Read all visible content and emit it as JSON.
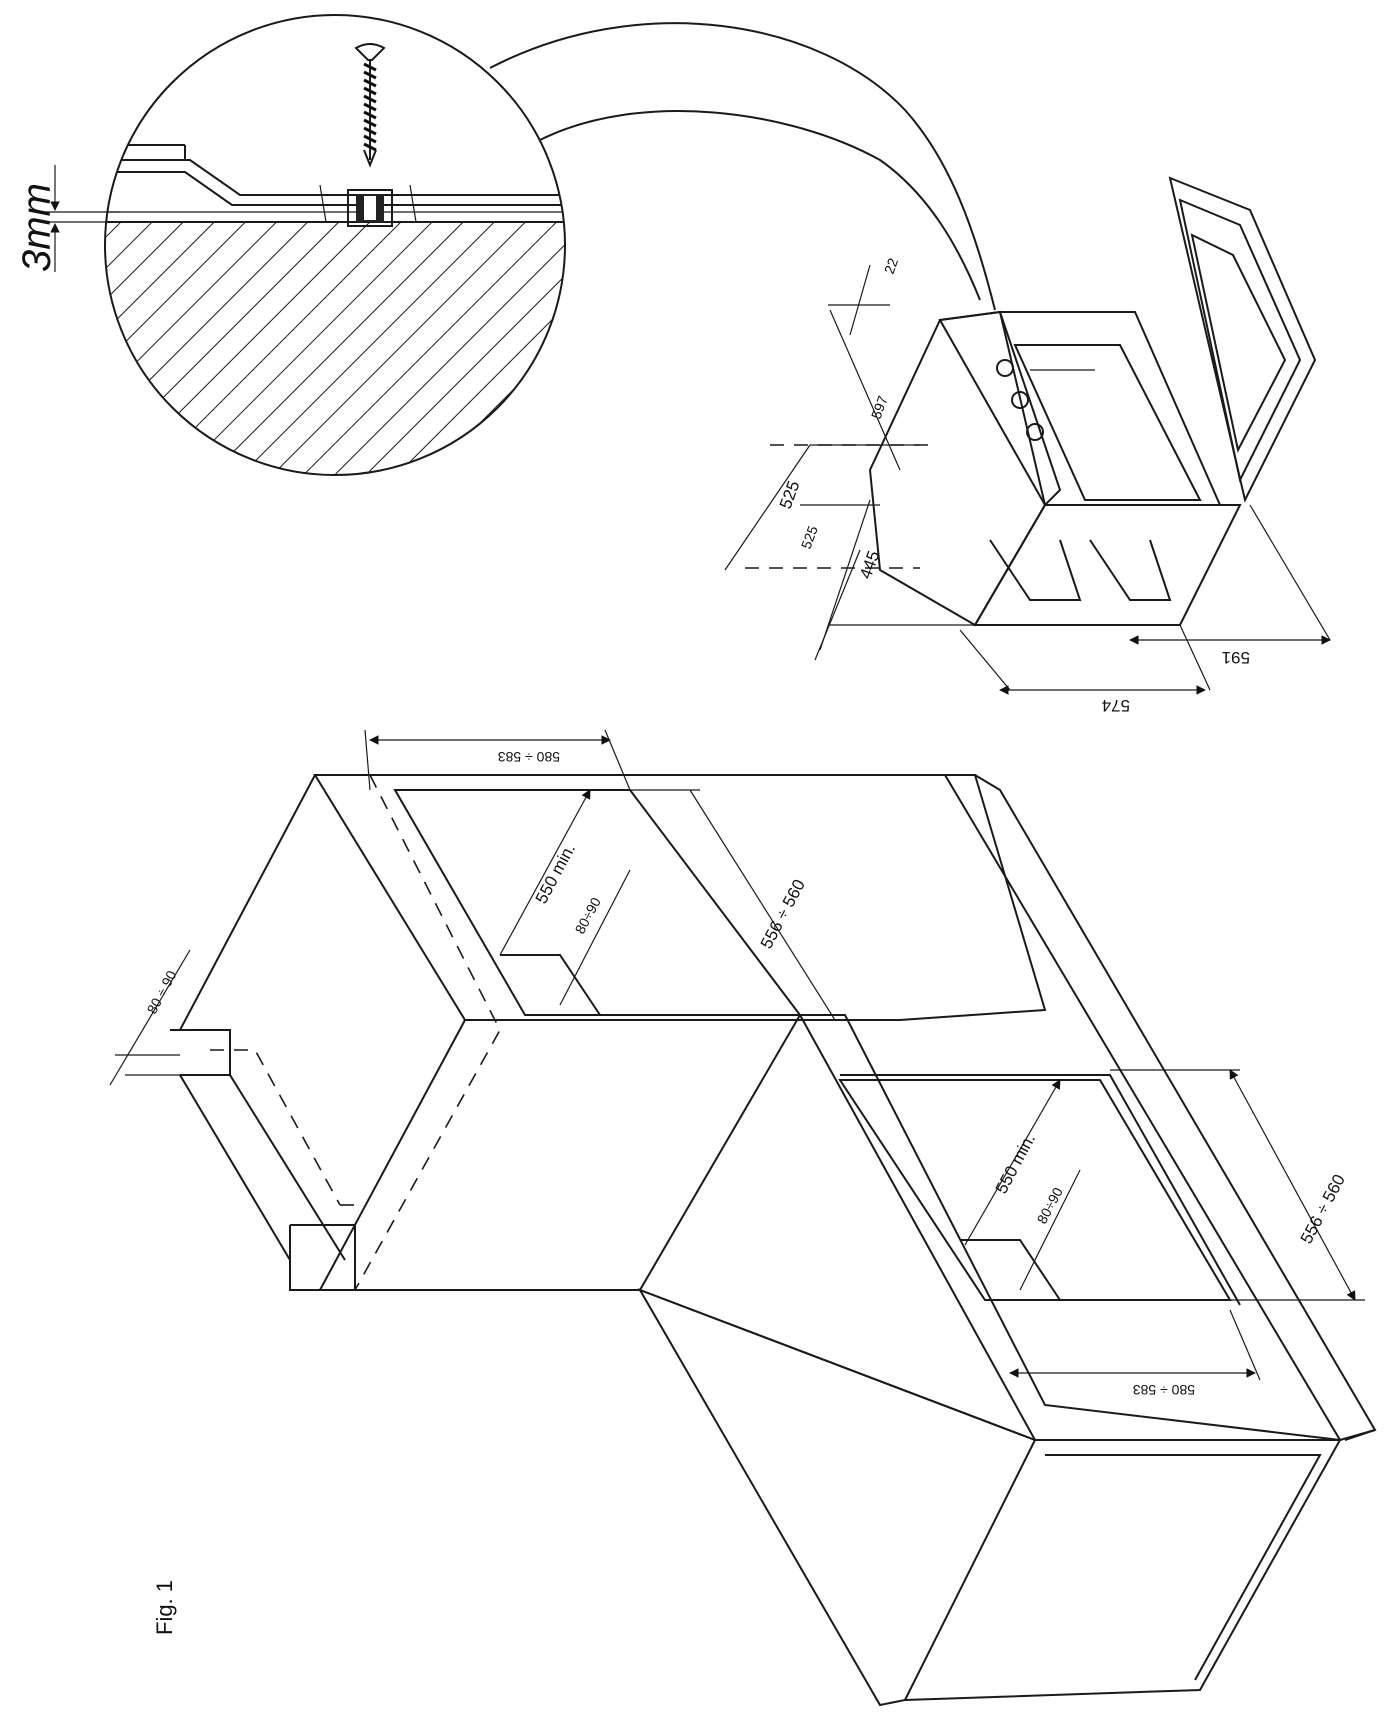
{
  "figure_label": "Fig. 1",
  "detail": {
    "gap_label": "3mm"
  },
  "oven_dimensions": {
    "d22": "22",
    "d597": "597",
    "d525a": "525",
    "d525b": "525",
    "d445": "445",
    "d574": "574",
    "d591": "591"
  },
  "upper_cabinet": {
    "width_range": "580 ÷ 583",
    "depth_min": "550 min.",
    "vent": "80÷90",
    "height_range": "556 ÷ 560",
    "top_vent": "80 ÷ 90"
  },
  "lower_cabinet": {
    "depth_min": "550 min.",
    "vent": "80÷90",
    "height_range": "556 ÷ 560",
    "width_range": "580 ÷ 583"
  }
}
